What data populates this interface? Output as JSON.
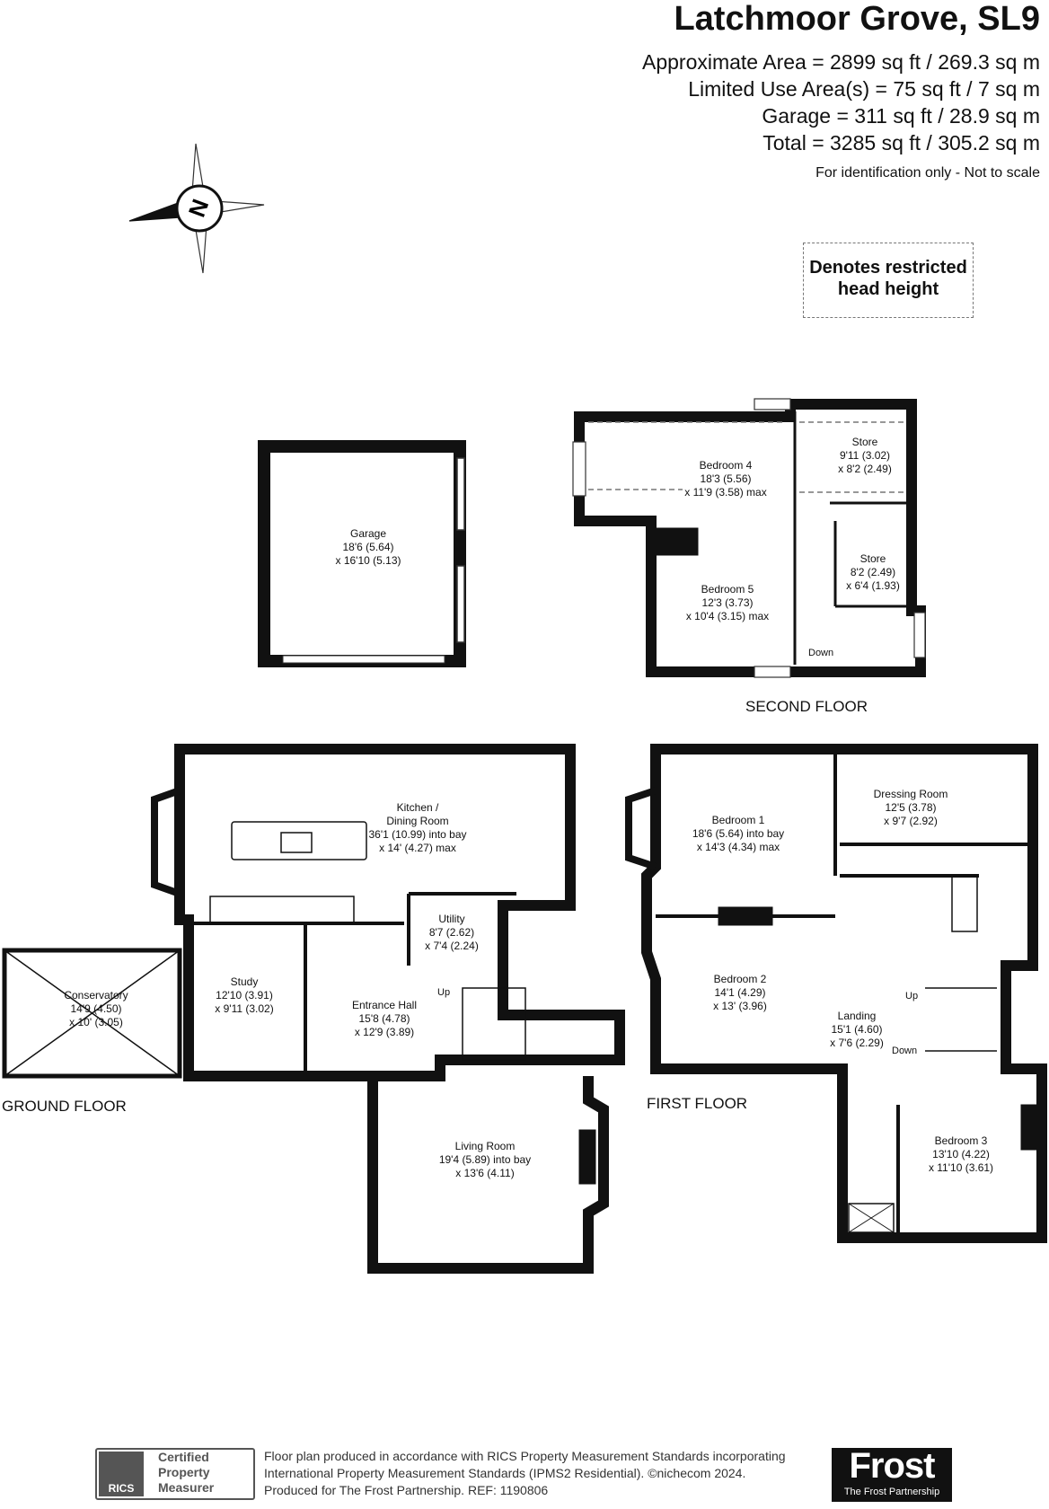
{
  "header": {
    "title": "Latchmoor Grove, SL9",
    "areas": [
      "Approximate Area = 2899 sq ft / 269.3 sq m",
      "Limited Use Area(s) = 75 sq ft / 7 sq m",
      "Garage = 311 sq ft / 28.9 sq m",
      "Total = 3285 sq ft / 305.2 sq m"
    ],
    "disclaimer": "For identification only - Not to scale"
  },
  "legend": {
    "line1": "Denotes restricted",
    "line2": "head height"
  },
  "compass": {
    "letter": "N",
    "icon": "compass-rose-icon"
  },
  "floors": {
    "ground": "GROUND FLOOR",
    "first": "FIRST FLOOR",
    "second": "SECOND FLOOR"
  },
  "rooms": {
    "garage": [
      "Garage",
      "18'6 (5.64)",
      "x 16'10 (5.13)"
    ],
    "bedroom4": [
      "Bedroom 4",
      "18'3 (5.56)",
      "x 11'9 (3.58) max"
    ],
    "store1": [
      "Store",
      "9'11 (3.02)",
      "x 8'2 (2.49)"
    ],
    "store2": [
      "Store",
      "8'2 (2.49)",
      "x 6'4 (1.93)"
    ],
    "bedroom5": [
      "Bedroom 5",
      "12'3 (3.73)",
      "x 10'4 (3.15) max"
    ],
    "kitchen": [
      "Kitchen /",
      "Dining Room",
      "36'1 (10.99) into bay",
      "x 14' (4.27) max"
    ],
    "utility": [
      "Utility",
      "8'7 (2.62)",
      "x 7'4 (2.24)"
    ],
    "study": [
      "Study",
      "12'10 (3.91)",
      "x 9'11 (3.02)"
    ],
    "conservatory": [
      "Conservatory",
      "14'9 (4.50)",
      "x 10' (3.05)"
    ],
    "hall": [
      "Entrance Hall",
      "15'8 (4.78)",
      "x 12'9 (3.89)"
    ],
    "living": [
      "Living Room",
      "19'4 (5.89) into bay",
      "x 13'6 (4.11)"
    ],
    "bedroom1": [
      "Bedroom 1",
      "18'6 (5.64) into bay",
      "x 14'3 (4.34) max"
    ],
    "dressing": [
      "Dressing Room",
      "12'5 (3.78)",
      "x 9'7 (2.92)"
    ],
    "bedroom2": [
      "Bedroom 2",
      "14'1 (4.29)",
      "x 13' (3.96)"
    ],
    "landing": [
      "Landing",
      "15'1 (4.60)",
      "x 7'6 (2.29)"
    ],
    "bedroom3": [
      "Bedroom 3",
      "13'10 (4.22)",
      "x 11'10 (3.61)"
    ]
  },
  "stair_labels": {
    "up": "Up",
    "down": "Down"
  },
  "footer": {
    "line1": "Floor plan produced in accordance with RICS Property Measurement Standards incorporating",
    "line2": "International Property Measurement Standards (IPMS2 Residential).  ©nichecom 2024.",
    "line3": "Produced for The Frost Partnership.   REF:  1190806",
    "rics_cert": [
      "Certified",
      "Property",
      "Measurer"
    ],
    "rics_label": "RICS",
    "logo_word": "Frost",
    "logo_sub": "The Frost Partnership"
  }
}
